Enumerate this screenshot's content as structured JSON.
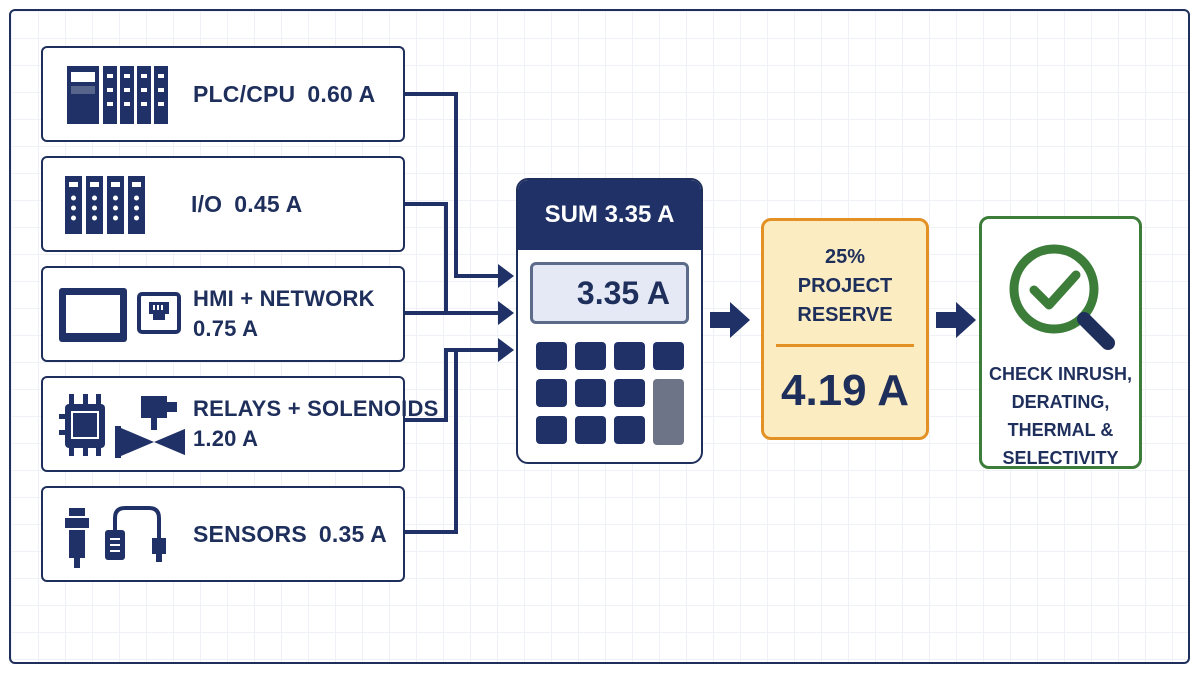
{
  "loads": [
    {
      "name": "PLC/CPU",
      "current": "0.60 A",
      "icon": "plc-cpu-icon"
    },
    {
      "name": "I/O",
      "current": "0.45 A",
      "icon": "io-modules-icon"
    },
    {
      "name": "HMI + NETWORK",
      "current": "0.75 A",
      "icon": "hmi-network-icon"
    },
    {
      "name": "RELAYS + SOLENOIDS",
      "current": "1.20 A",
      "icon": "relay-solenoid-icon"
    },
    {
      "name": "SENSORS",
      "current": "0.35 A",
      "icon": "sensor-cable-icon"
    }
  ],
  "calculator": {
    "header": "SUM 3.35 A",
    "display": "3.35 A",
    "icon": "calculator-icon"
  },
  "reserve": {
    "label": "25%\nPROJECT\nRESERVE",
    "value": "4.19 A",
    "accent": "#e39124"
  },
  "check": {
    "label": "CHECK INRUSH,\nDERATING,\nTHERMAL &\nSELECTIVITY",
    "icon": "magnifier-check-icon",
    "accent": "#3d7d3a"
  },
  "colors": {
    "navy": "#1f2f5c",
    "reserve_fill": "#fcecc1",
    "check_green": "#3d7d3a"
  }
}
